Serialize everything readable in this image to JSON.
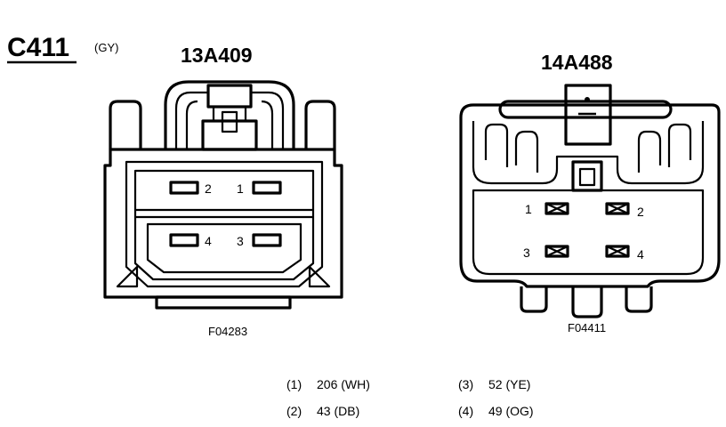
{
  "connector": {
    "id": "C411",
    "color_code": "(GY)"
  },
  "left_view": {
    "part_number": "13A409",
    "figure_id": "F04283",
    "pins": [
      "2",
      "1",
      "4",
      "3"
    ]
  },
  "right_view": {
    "part_number": "14A488",
    "figure_id": "F04411",
    "pins": [
      "1",
      "2",
      "3",
      "4"
    ]
  },
  "legend": [
    {
      "pin": "(1)",
      "circuit": "206 (WH)"
    },
    {
      "pin": "(2)",
      "circuit": "43 (DB)"
    },
    {
      "pin": "(3)",
      "circuit": "52 (YE)"
    },
    {
      "pin": "(4)",
      "circuit": "49 (OG)"
    }
  ]
}
